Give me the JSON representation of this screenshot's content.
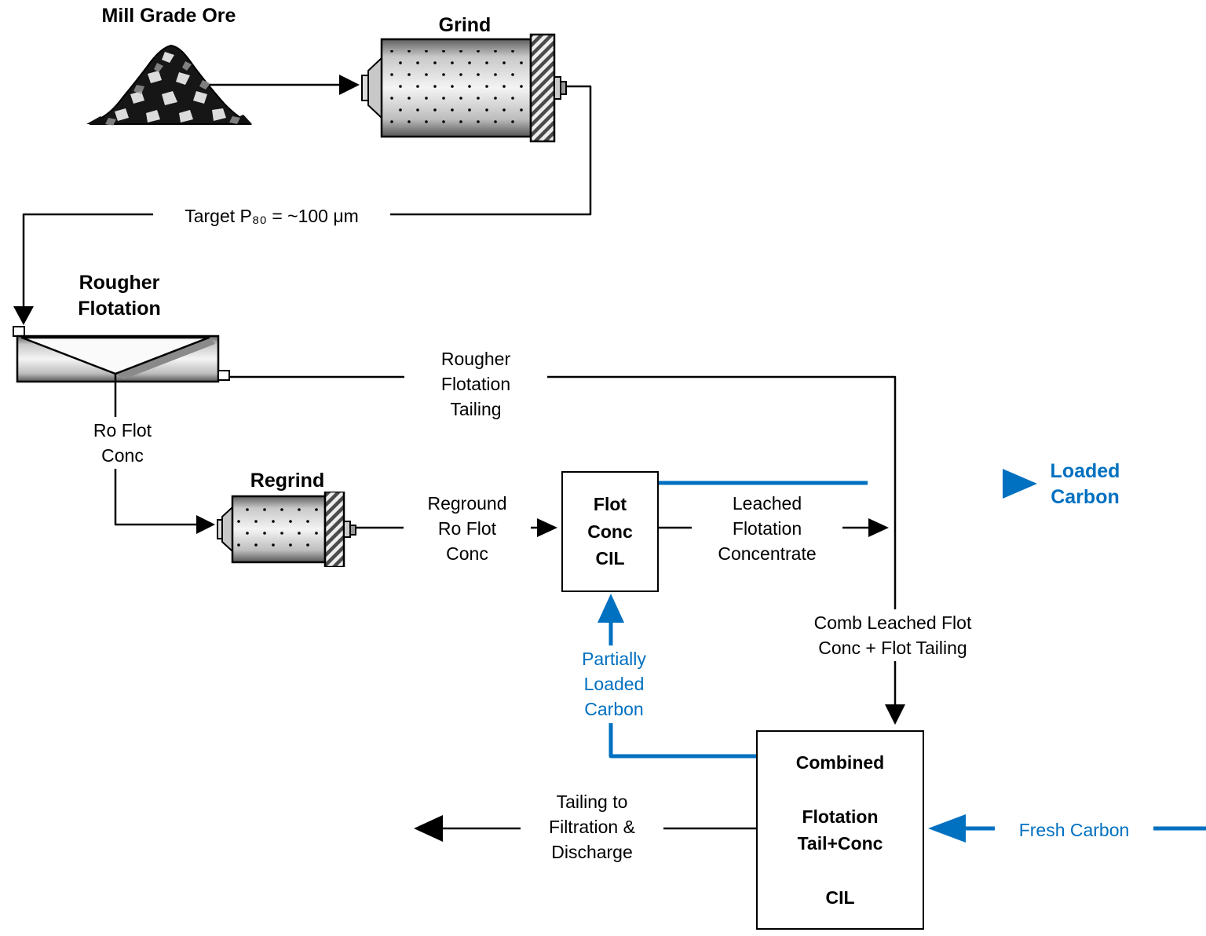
{
  "colors": {
    "line": "#000000",
    "carbon": "#0070C0",
    "background": "#ffffff"
  },
  "nodes": {
    "mill_grade_ore": {
      "label": "Mill Grade Ore"
    },
    "grind": {
      "label": "Grind"
    },
    "rougher_flotation": {
      "label": "Rougher\nFlotation"
    },
    "regrind": {
      "label": "Regrind"
    },
    "flot_conc_cil": {
      "label": "Flot\nConc\nCIL"
    },
    "combined_cil": {
      "label": "Combined\n\nFlotation\nTail+Conc\n\nCIL"
    }
  },
  "streams": {
    "target_grind": {
      "label": "Target P₈₀ = ~100 μm"
    },
    "rougher_tailing": {
      "label": "Rougher\nFlotation\nTailing"
    },
    "ro_flot_conc": {
      "label": "Ro Flot\nConc"
    },
    "reground_conc": {
      "label": "Reground\nRo Flot\nConc"
    },
    "leached_concentrate": {
      "label": "Leached\nFlotation\nConcentrate"
    },
    "combined_feed": {
      "label": "Comb Leached Flot\nConc + Flot Tailing"
    },
    "partially_loaded_carbon": {
      "label": "Partially\nLoaded\nCarbon"
    },
    "tailing_out": {
      "label": "Tailing to\nFiltration &\nDischarge"
    },
    "fresh_carbon": {
      "label": "Fresh Carbon"
    },
    "loaded_carbon": {
      "label": "Loaded\nCarbon"
    }
  }
}
